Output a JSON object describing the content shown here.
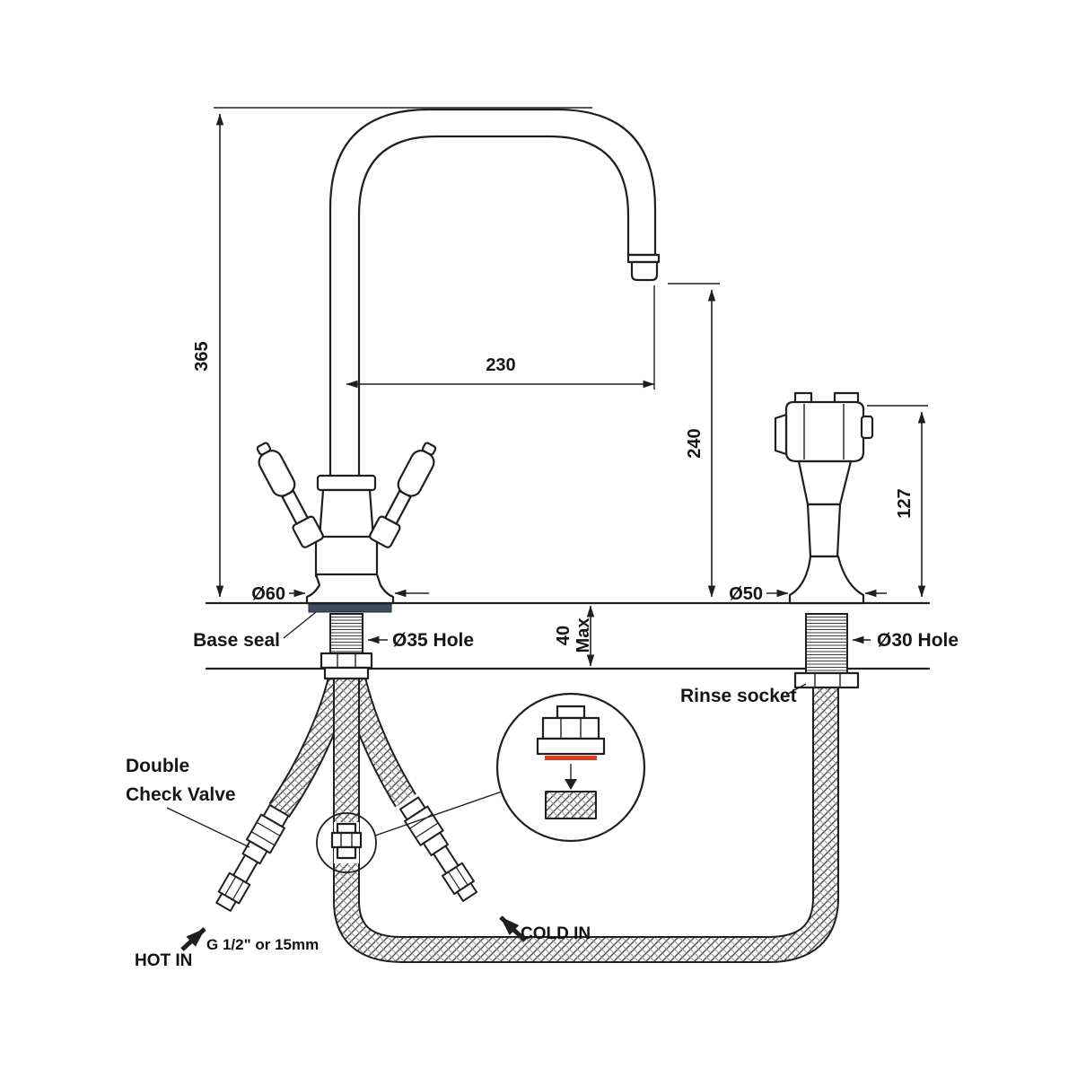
{
  "diagram": {
    "type": "technical-drawing",
    "subject": "kitchen-mixer-tap-with-rinse-spray",
    "colors": {
      "line": "#1f1f1f",
      "accent_red": "#e03c1e",
      "seal": "#3d4e63",
      "background": "#ffffff"
    },
    "dimensions": {
      "overall_height": "365",
      "spout_reach": "230",
      "spout_clearance": "240",
      "rinse_height": "127",
      "deck_thickness_value": "40",
      "deck_thickness_suffix": "Max",
      "base_diameter": "Ø60",
      "base_hole": "Ø35 Hole",
      "rinse_base_diameter": "Ø50",
      "rinse_hole": "Ø30 Hole"
    },
    "labels": {
      "base_seal": "Base seal",
      "rinse_socket": "Rinse socket",
      "double_check_valve_line1": "Double",
      "double_check_valve_line2": "Check Valve",
      "hot_in": "HOT IN",
      "cold_in": "COLD IN",
      "connection_size": "G 1/2\" or 15mm"
    }
  }
}
